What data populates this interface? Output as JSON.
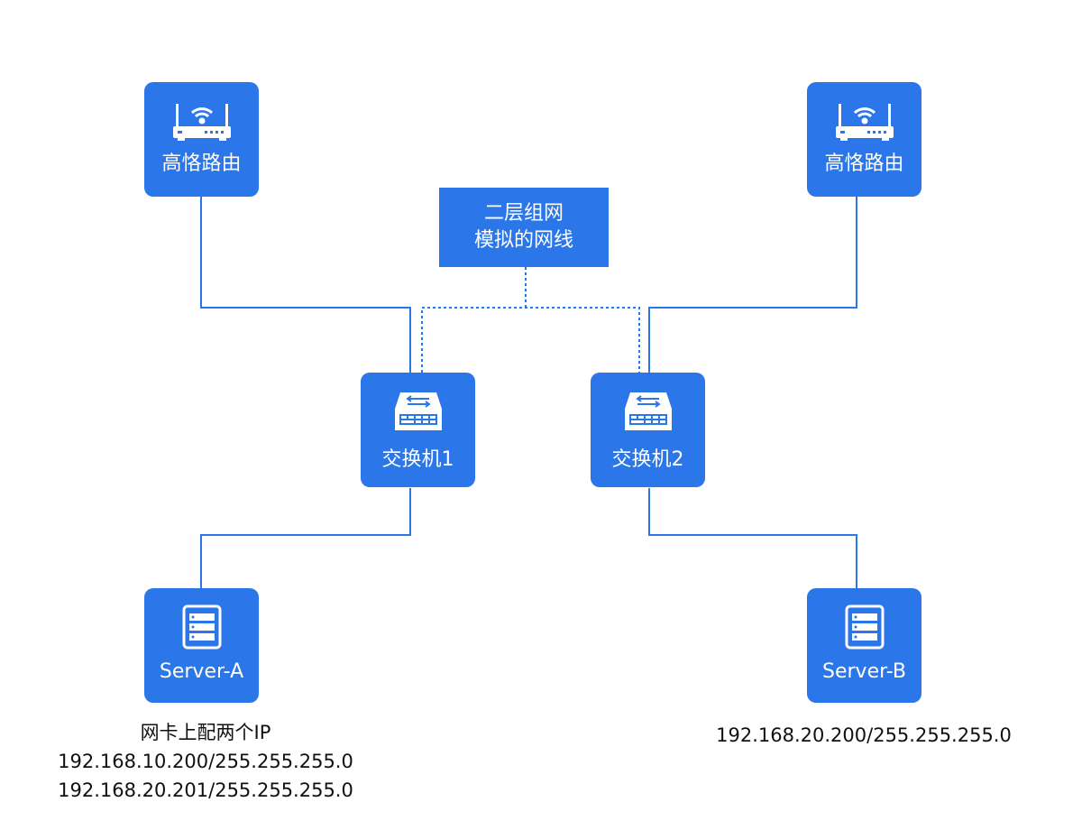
{
  "nodes": {
    "router_left": {
      "label": "高恪路由",
      "icon": "router-icon"
    },
    "router_right": {
      "label": "高恪路由",
      "icon": "router-icon"
    },
    "switch1": {
      "label": "交换机1",
      "icon": "switch-icon"
    },
    "switch2": {
      "label": "交换机2",
      "icon": "switch-icon"
    },
    "server_a": {
      "label": "Server-A",
      "icon": "server-icon"
    },
    "server_b": {
      "label": "Server-B",
      "icon": "server-icon"
    }
  },
  "note": {
    "line1": "二层组网",
    "line2": "模拟的网线"
  },
  "server_a_info": {
    "line1": "网卡上配两个IP",
    "line2": "192.168.10.200/255.255.255.0",
    "line3": "192.168.20.201/255.255.255.0"
  },
  "server_b_info": {
    "line1": "192.168.20.200/255.255.255.0"
  },
  "colors": {
    "node": "#2b76e8",
    "line": "#2b76e8"
  }
}
